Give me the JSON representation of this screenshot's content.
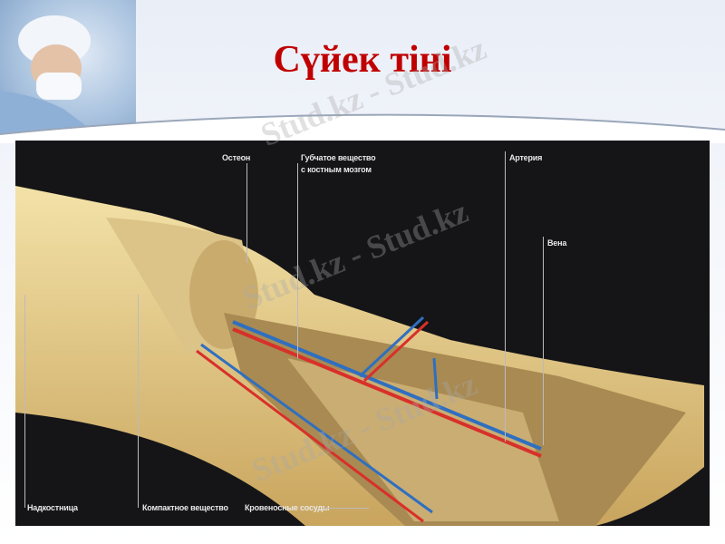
{
  "slide": {
    "title": "Сүйек тіні"
  },
  "figure": {
    "labels": {
      "osteon": "Остеон",
      "spongy_line1": "Губчатое вещество",
      "spongy_line2": "с костным мозгом",
      "artery": "Артерия",
      "vein": "Вена",
      "periosteum": "Надкостница",
      "compact": "Компактное вещество",
      "vessels": "Кровеносные сосуды"
    },
    "colors": {
      "artery": "#d8302a",
      "vein": "#2f6fc0",
      "bone": "#e6cf8e",
      "background": "#151517"
    }
  },
  "watermark": {
    "text": "Stud.kz - Stud.kz"
  }
}
